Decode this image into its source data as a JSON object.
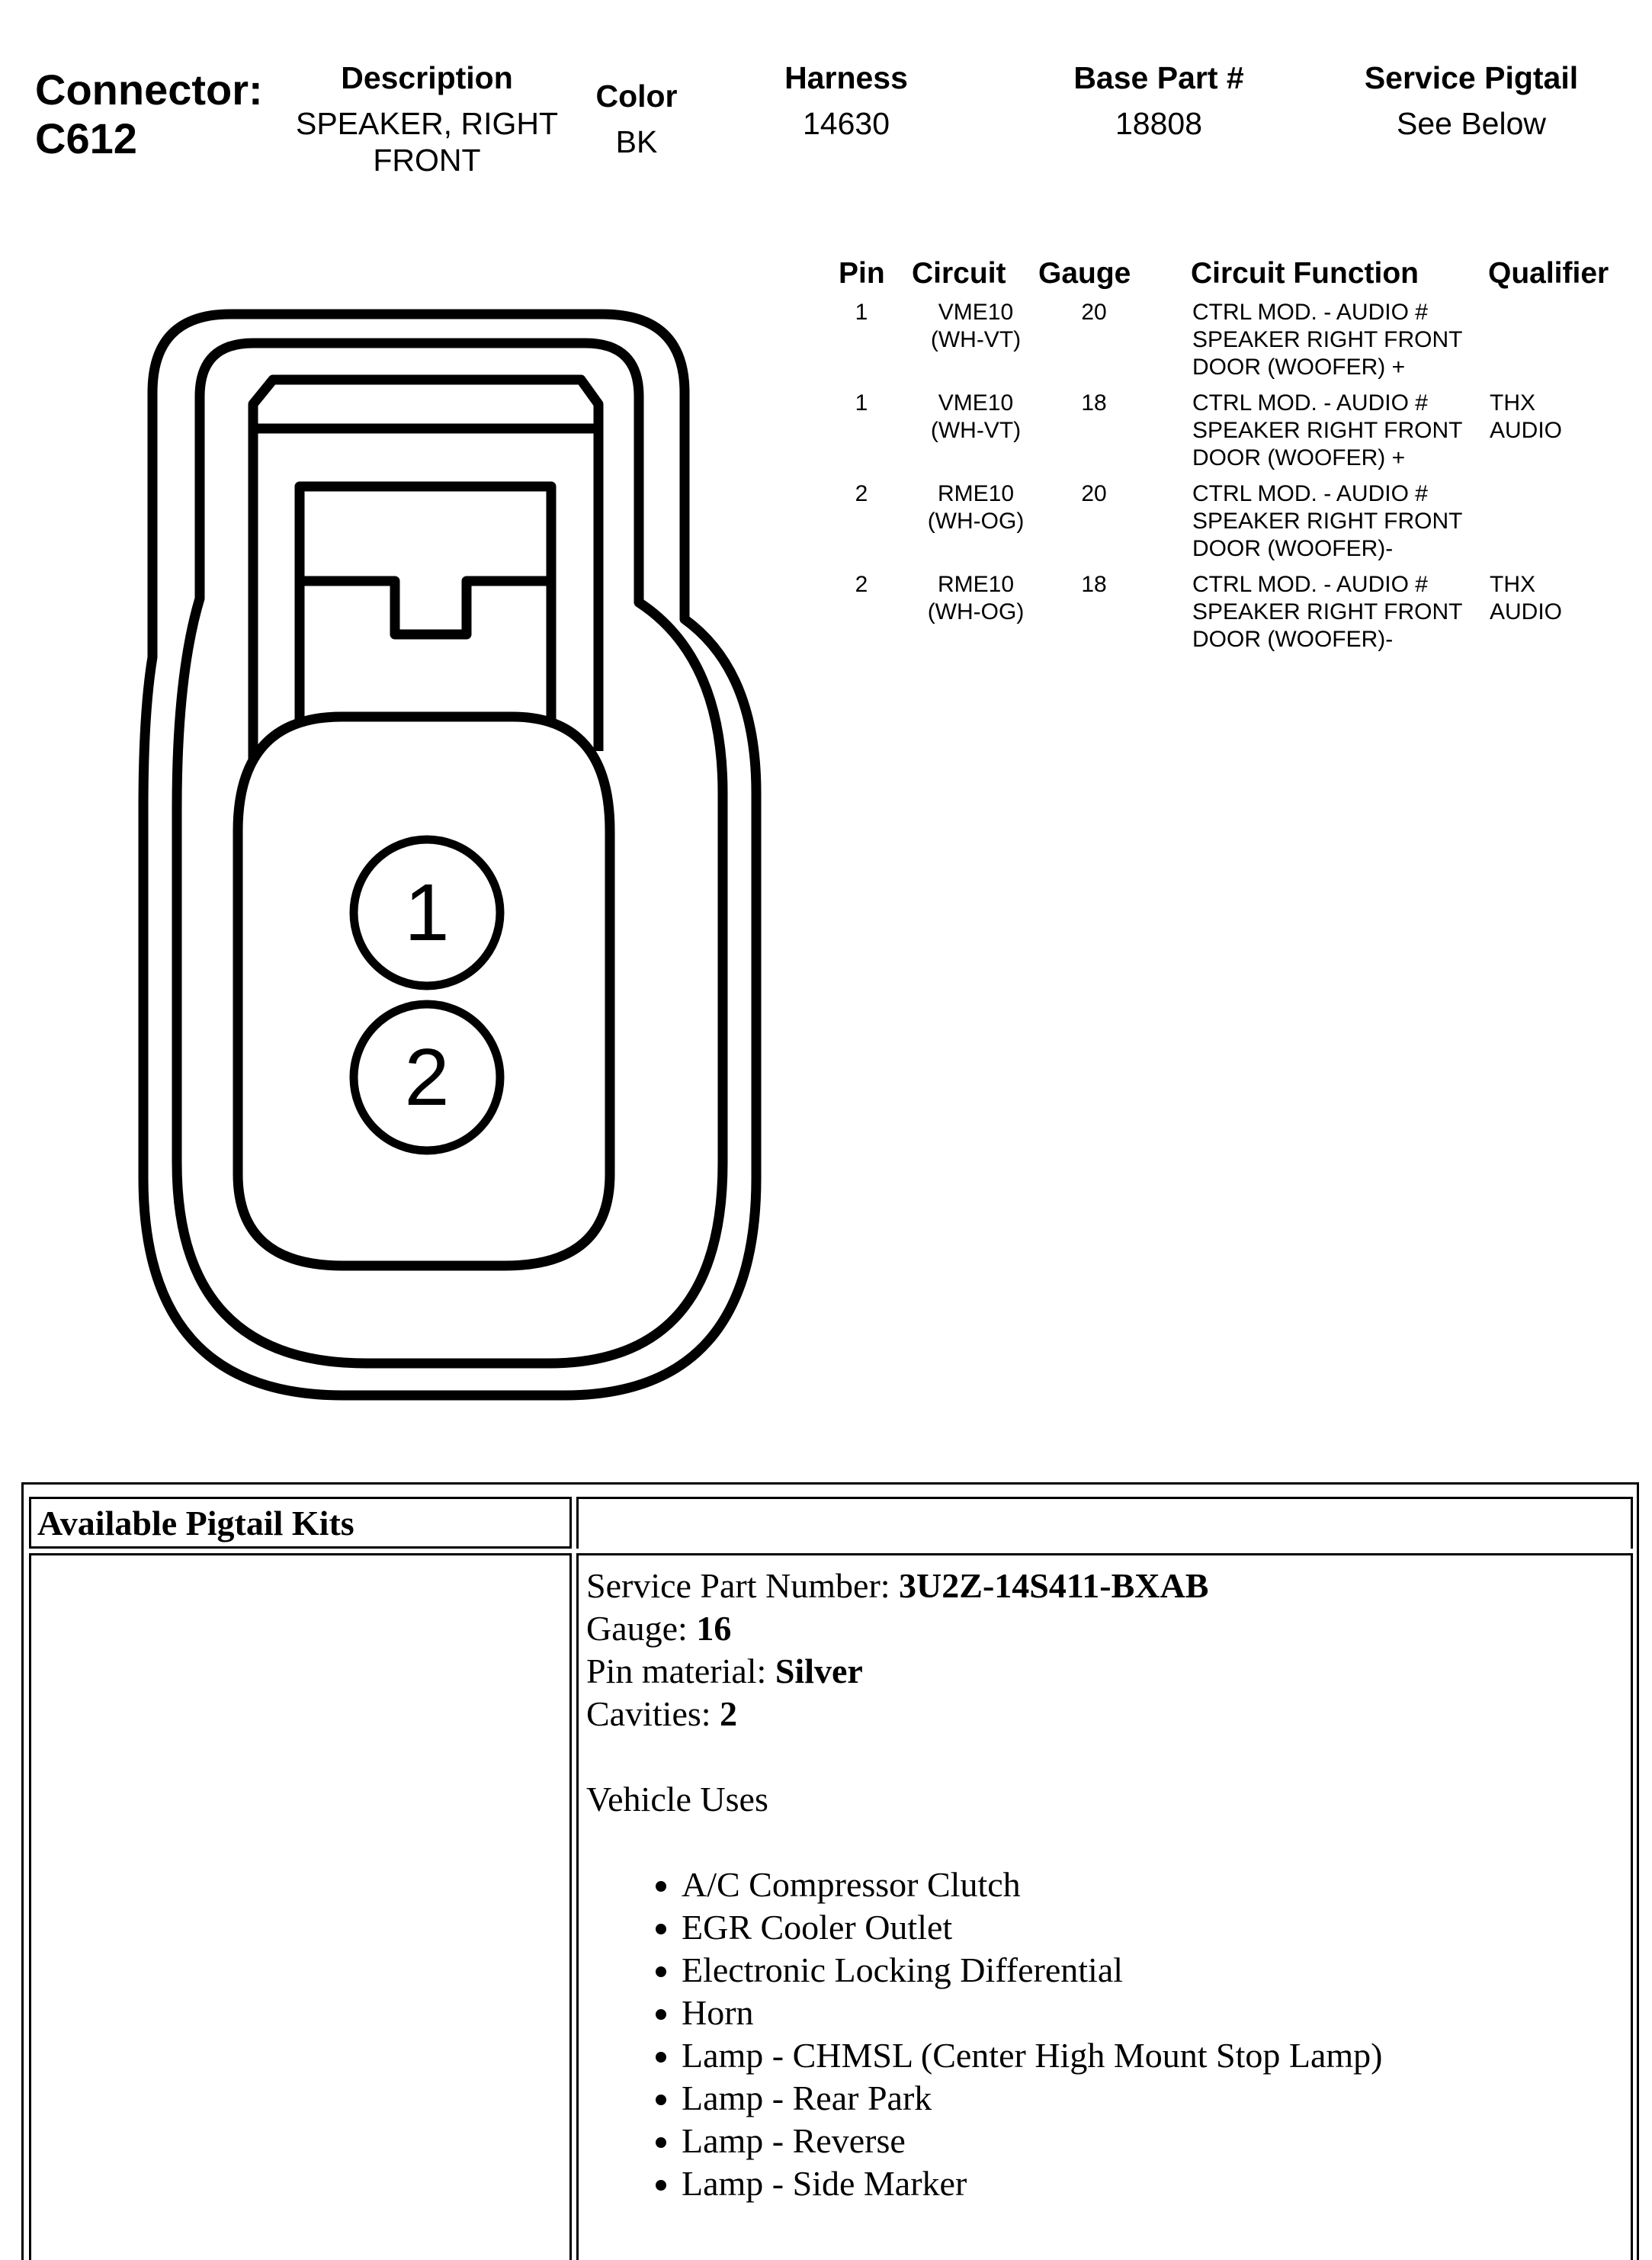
{
  "header": {
    "connector_label": "Connector:",
    "connector_id": "C612",
    "description_label": "Description",
    "description_lines": [
      "SPEAKER, RIGHT",
      "FRONT"
    ],
    "color_label": "Color",
    "color_value": "BK",
    "harness_label": "Harness",
    "harness_value": "14630",
    "base_part_label": "Base Part #",
    "base_part_value": "18808",
    "service_pigtail_label": "Service Pigtail",
    "service_pigtail_value": "See Below"
  },
  "connector_diagram": {
    "pins": [
      "1",
      "2"
    ]
  },
  "pin_table": {
    "headers": [
      "Pin",
      "Circuit",
      "Gauge",
      "Circuit Function",
      "Qualifier"
    ],
    "rows": [
      {
        "pin": "1",
        "circuit": [
          "VME10",
          "(WH-VT)"
        ],
        "gauge": "20",
        "function": [
          "CTRL MOD. - AUDIO #",
          "SPEAKER RIGHT FRONT",
          "DOOR (WOOFER) +"
        ],
        "qualifier": [
          "",
          ""
        ]
      },
      {
        "pin": "1",
        "circuit": [
          "VME10",
          "(WH-VT)"
        ],
        "gauge": "18",
        "function": [
          "CTRL MOD. - AUDIO #",
          "SPEAKER RIGHT FRONT",
          "DOOR (WOOFER) +"
        ],
        "qualifier": [
          "THX",
          "AUDIO"
        ]
      },
      {
        "pin": "2",
        "circuit": [
          "RME10",
          "(WH-OG)"
        ],
        "gauge": "20",
        "function": [
          "CTRL MOD. - AUDIO #",
          "SPEAKER RIGHT FRONT",
          "DOOR (WOOFER)-"
        ],
        "qualifier": [
          "",
          ""
        ]
      },
      {
        "pin": "2",
        "circuit": [
          "RME10",
          "(WH-OG)"
        ],
        "gauge": "18",
        "function": [
          "CTRL MOD. - AUDIO #",
          "SPEAKER RIGHT FRONT",
          "DOOR (WOOFER)-"
        ],
        "qualifier": [
          "THX",
          "AUDIO"
        ]
      }
    ]
  },
  "pigtail": {
    "title": "Available Pigtail Kits",
    "service_part_label": "Service Part Number: ",
    "service_part_value": "3U2Z-14S411-BXAB",
    "gauge_label": "Gauge: ",
    "gauge_value": "16",
    "pin_material_label": "Pin material: ",
    "pin_material_value": "Silver",
    "cavities_label": "Cavities: ",
    "cavities_value": "2",
    "vehicle_uses_label": "Vehicle Uses",
    "vehicle_uses": [
      "A/C Compressor Clutch",
      "EGR Cooler Outlet",
      "Electronic Locking Differential",
      "Horn",
      "Lamp - CHMSL (Center High Mount Stop Lamp)",
      "Lamp - Rear Park",
      "Lamp - Reverse",
      "Lamp - Side Marker"
    ]
  }
}
